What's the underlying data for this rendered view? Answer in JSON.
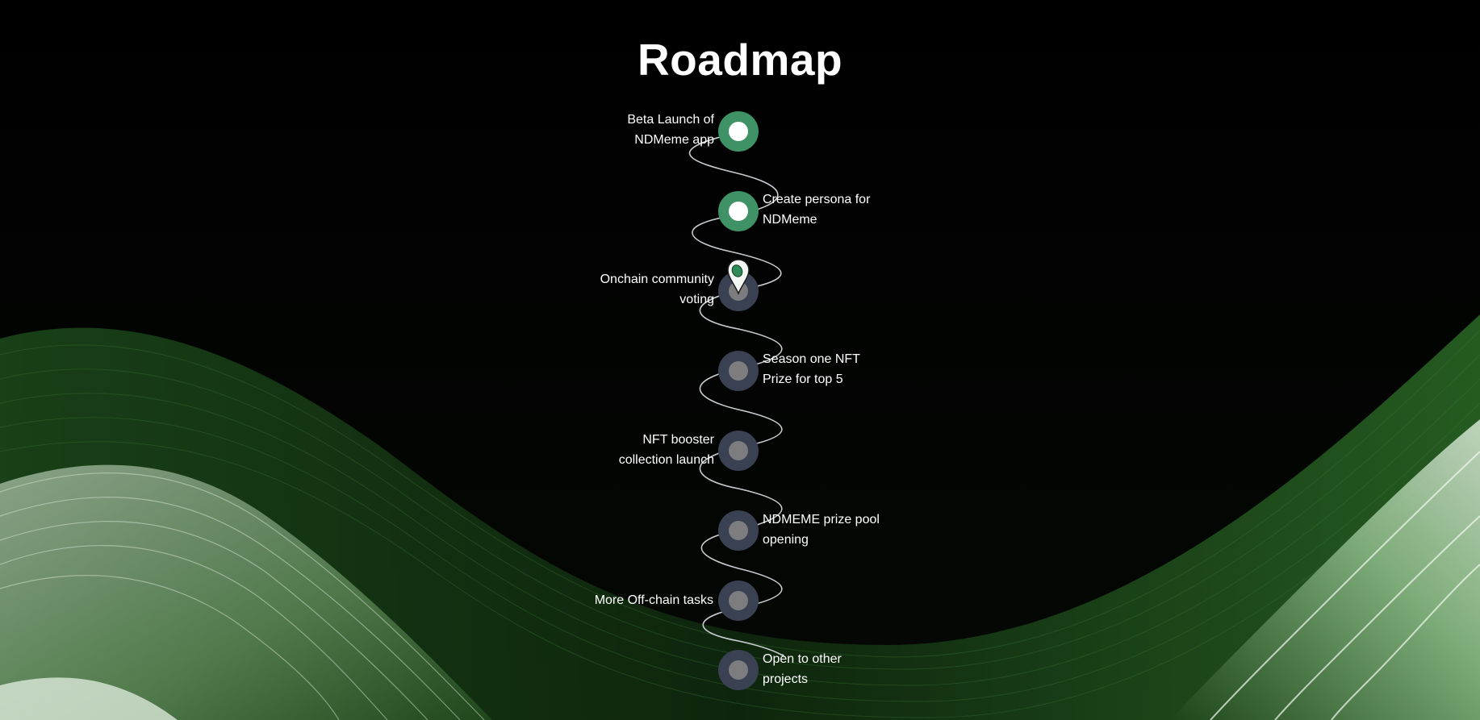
{
  "page": {
    "title": "Roadmap"
  },
  "colors": {
    "background": "#020302",
    "milestone_done": "#3f9265",
    "milestone_todo": "#3a4153",
    "dot_done": "#ffffff",
    "dot_todo": "#7d7d7f",
    "path_line": "#c8ccd0",
    "wave_green": "#2e6b2a",
    "wave_light": "#d9eed8"
  },
  "roadmap": {
    "current_marker_icon": "location-pin-icon",
    "items": [
      {
        "label": "Beta Launch of\nNDMeme app",
        "status": "done",
        "side": "left"
      },
      {
        "label": "Create persona for\nNDMeme",
        "status": "done",
        "side": "right"
      },
      {
        "label": "Onchain community\nvoting",
        "status": "current",
        "side": "left"
      },
      {
        "label": "Season one NFT\nPrize for top 5",
        "status": "todo",
        "side": "right"
      },
      {
        "label": "NFT booster\ncollection launch",
        "status": "todo",
        "side": "left"
      },
      {
        "label": "NDMEME prize pool\nopening",
        "status": "todo",
        "side": "right"
      },
      {
        "label": "More Off-chain tasks",
        "status": "todo",
        "side": "left"
      },
      {
        "label": "Open to other\nprojects",
        "status": "todo",
        "side": "right"
      }
    ]
  }
}
